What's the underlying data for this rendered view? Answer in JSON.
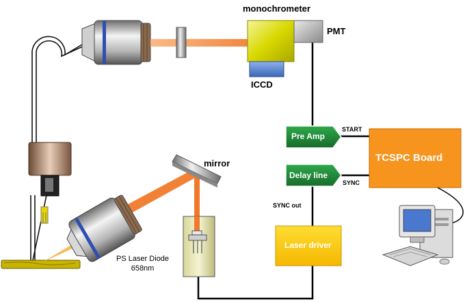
{
  "labels": {
    "monochrometer": "monochrometer",
    "pmt": "PMT",
    "iccd": "ICCD",
    "pre_amp": "Pre Amp",
    "start": "START",
    "tcspc_board": "TCSPC Board",
    "delay_line": "Delay line",
    "sync": "SYNC",
    "sync_out": "SYNC out",
    "laser_driver": "Laser driver",
    "mirror": "mirror",
    "laser_diode_line1": "PS Laser Diode",
    "laser_diode_line2": "658nm"
  },
  "colors": {
    "beam": "#f07a2a",
    "monochrometer_box": "#d8d800",
    "iccd_box": "#5a86cf",
    "pmt_box": "#b9b9b9",
    "tcspc_board": "#f7941d",
    "laser_driver": "#ffcc00",
    "green_arrow": "#1f8a3a",
    "sample": "#c8b400"
  },
  "icons": {
    "computer": "desktop-computer-icon",
    "objectives": "microscope-objective-icon",
    "fiber_coupler": "fiber-coupler-icon",
    "fiber_loop": "fiber-loop-icon"
  }
}
